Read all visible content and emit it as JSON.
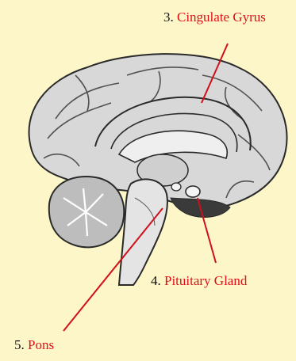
{
  "labels": [
    {
      "number": "3.",
      "text": "Cingulate Gyrus"
    },
    {
      "number": "4.",
      "text": "Pituitary Gland"
    },
    {
      "number": "5.",
      "text": "Pons"
    }
  ],
  "colors": {
    "background": "#fcf6c8",
    "label_text": "#e0101a",
    "number_text": "#111111",
    "pointer_line": "#d0101a",
    "brain_fill": "#d9d9d9",
    "brain_outline": "#2a2a2a"
  }
}
